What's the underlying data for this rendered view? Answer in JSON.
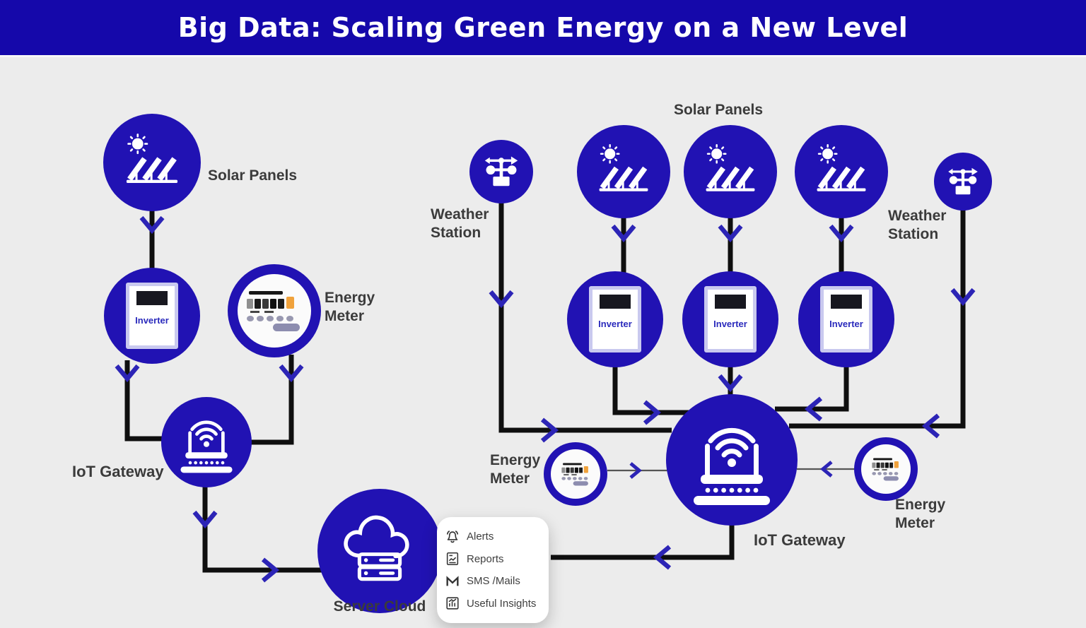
{
  "header": {
    "title": "Big Data: Scaling Green Energy on a New Level"
  },
  "nodes": {
    "solar_left": {
      "label": "Solar Panels"
    },
    "inverter_left": {
      "label": "Inverter"
    },
    "energy_meter_left": {
      "label": "Energy\nMeter"
    },
    "iot_gateway_left": {
      "label": "IoT Gateway"
    },
    "server_cloud": {
      "label": "Server Cloud"
    },
    "weather_left": {
      "label": "Weather\nStation"
    },
    "solar_right": {
      "label": "Solar Panels"
    },
    "inverter_r1": {
      "label": "Inverter"
    },
    "inverter_r2": {
      "label": "Inverter"
    },
    "inverter_r3": {
      "label": "Inverter"
    },
    "weather_right": {
      "label": "Weather\nStation"
    },
    "energy_meter_r_left": {
      "label": "Energy\nMeter"
    },
    "energy_meter_r_right": {
      "label": "Energy\nMeter"
    },
    "iot_gateway_right": {
      "label": "IoT Gateway"
    }
  },
  "callout": {
    "items": [
      {
        "icon": "bell-icon",
        "label": "Alerts"
      },
      {
        "icon": "report-icon",
        "label": "Reports"
      },
      {
        "icon": "mail-icon",
        "label": "SMS /Mails"
      },
      {
        "icon": "insights-icon",
        "label": "Useful Insights"
      }
    ]
  },
  "colors": {
    "header_bg": "#1508aa",
    "node_blue": "#2112b3",
    "arrow_blue": "#2c24b6",
    "line_black": "#0f0f0f",
    "label_text": "#3b3b3b",
    "canvas_bg": "#ececec",
    "accent_orange": "#f0a23c"
  }
}
